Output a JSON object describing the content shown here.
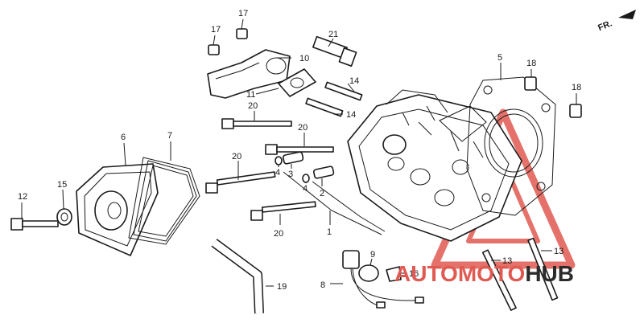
{
  "direction_label": "FR.",
  "watermark": {
    "part1": "AUTO",
    "part2": "MOTO",
    "part3": "HUB",
    "color_red": "#e05a52",
    "color_dark": "#2b2b2b"
  },
  "callouts": [
    {
      "id": "c12",
      "text": "12"
    },
    {
      "id": "c15",
      "text": "15"
    },
    {
      "id": "c6",
      "text": "6"
    },
    {
      "id": "c7",
      "text": "7"
    },
    {
      "id": "c20a",
      "text": "20"
    },
    {
      "id": "c20b",
      "text": "20"
    },
    {
      "id": "c20c",
      "text": "20"
    },
    {
      "id": "c20d",
      "text": "20"
    },
    {
      "id": "c17a",
      "text": "17"
    },
    {
      "id": "c17b",
      "text": "17"
    },
    {
      "id": "c10",
      "text": "10"
    },
    {
      "id": "c11",
      "text": "11"
    },
    {
      "id": "c21",
      "text": "21"
    },
    {
      "id": "c14a",
      "text": "14"
    },
    {
      "id": "c14b",
      "text": "14"
    },
    {
      "id": "c5",
      "text": "5"
    },
    {
      "id": "c18a",
      "text": "18"
    },
    {
      "id": "c18b",
      "text": "18"
    },
    {
      "id": "c4a",
      "text": "4"
    },
    {
      "id": "c4b",
      "text": "4"
    },
    {
      "id": "c3",
      "text": "3"
    },
    {
      "id": "c2",
      "text": "2"
    },
    {
      "id": "c1",
      "text": "1"
    },
    {
      "id": "c9",
      "text": "9"
    },
    {
      "id": "c16",
      "text": "16"
    },
    {
      "id": "c8",
      "text": "8"
    },
    {
      "id": "c19",
      "text": "19"
    },
    {
      "id": "c13a",
      "text": "13"
    },
    {
      "id": "c13b",
      "text": "13"
    }
  ]
}
